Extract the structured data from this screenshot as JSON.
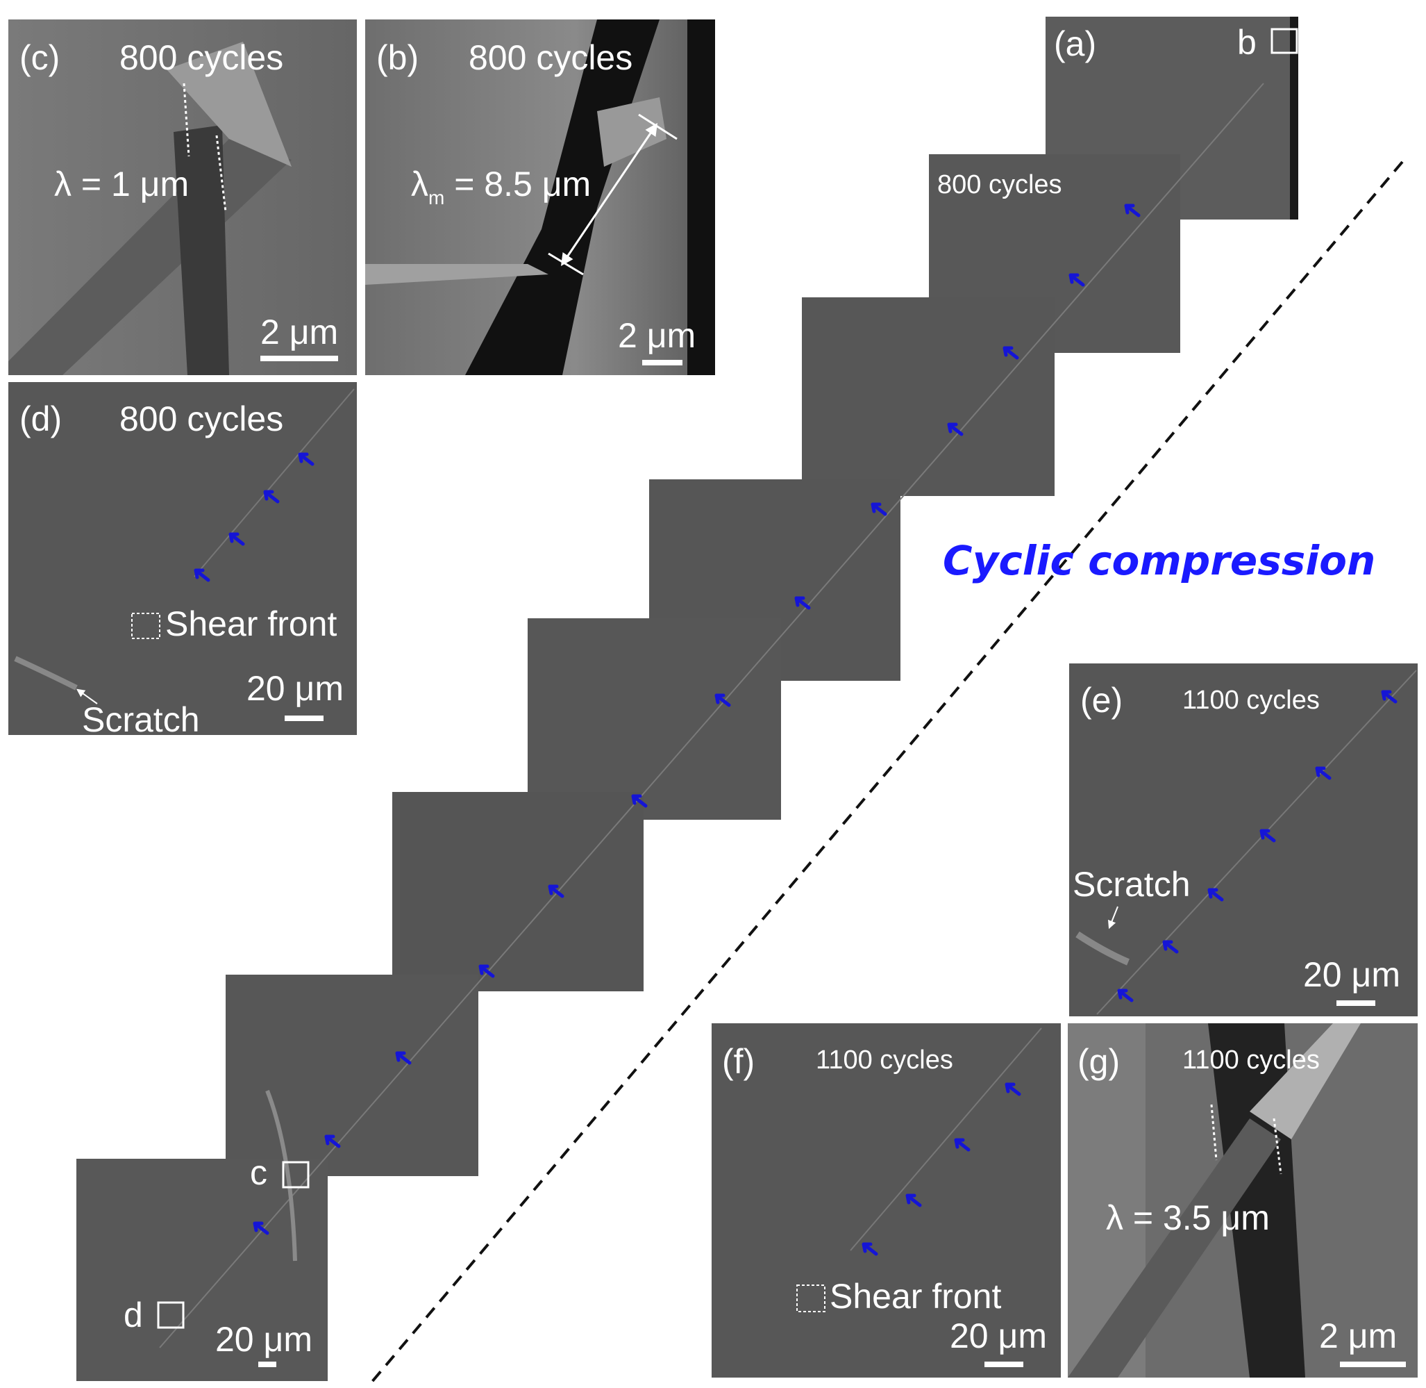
{
  "title": "Cyclic compression",
  "colors": {
    "arrow": "#1515d6",
    "panel": "#555555",
    "label": "#ffffff",
    "title": "#1a1aff"
  },
  "panels": {
    "a": {
      "tag": "(a)",
      "inset_b": "b",
      "cycles": "800 cycles"
    },
    "b": {
      "tag": "(b)",
      "cycles": "800 cycles",
      "measure_sym": "λ",
      "measure_sub": "m",
      "measure_val": " = 8.5 μm",
      "scale": "2 μm"
    },
    "c": {
      "tag": "(c)",
      "cycles": "800 cycles",
      "measure": "λ = 1 μm",
      "scale": "2 μm"
    },
    "d": {
      "tag": "(d)",
      "cycles": "800 cycles",
      "shear": "Shear front",
      "scale": "20 μm",
      "scratch": "Scratch"
    },
    "e": {
      "tag": "(e)",
      "cycles": "1100 cycles",
      "scratch": "Scratch",
      "scale": "20 μm"
    },
    "f": {
      "tag": "(f)",
      "cycles": "1100 cycles",
      "shear": "Shear front",
      "scale": "20 μm"
    },
    "g": {
      "tag": "(g)",
      "cycles": "1100 cycles",
      "measure": "λ = 3.5 μm",
      "scale": "2 μm"
    },
    "strip": {
      "inset_c": "c",
      "inset_d": "d",
      "scale": "20 μm"
    }
  }
}
